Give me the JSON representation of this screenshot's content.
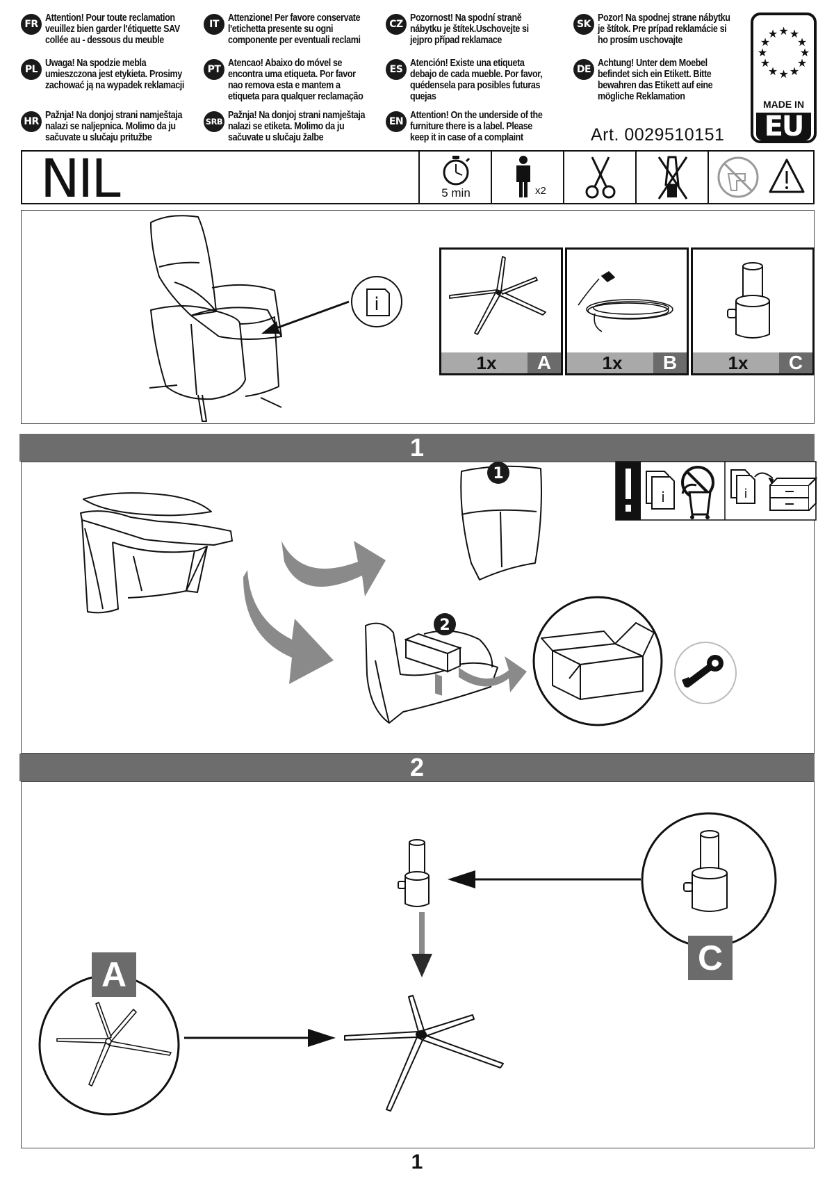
{
  "notices": [
    {
      "code": "FR",
      "text": "Attention! Pour toute reclamation veuillez bien garder l'étiquette SAV collée au - dessous du meuble"
    },
    {
      "code": "IT",
      "text": "Attenzione! Per favore conservate l'etichetta presente su ogni componente per eventuali reclami"
    },
    {
      "code": "CZ",
      "text": "Pozornost! Na spodní straně nábytku je štítek.Uschovejte si jejpro případ reklamace"
    },
    {
      "code": "SK",
      "text": "Pozor! Na spodnej strane nábytku je štítok. Pre prípad reklamácie si ho prosím uschovajte"
    },
    {
      "code": "PL",
      "text": "Uwaga! Na spodzie mebla umieszczona jest etykieta. Prosimy zachować ją na wypadek reklamacji"
    },
    {
      "code": "PT",
      "text": "Atencao! Abaixo do móvel se encontra uma etiqueta. Por favor nao remova esta e mantem a etiqueta para qualquer reclamação"
    },
    {
      "code": "ES",
      "text": "Atención! Existe una etiqueta debajo de cada mueble.  Por favor, quédensela para posibles futuras quejas"
    },
    {
      "code": "DE",
      "text": "Achtung! Unter dem Moebel befindet sich ein Etikett. Bitte bewahren das Etikett auf eine mögliche Reklamation"
    },
    {
      "code": "HR",
      "text": "Pažnja! Na donjoj strani namještaja nalazi se naljepnica. Molimo da ju sačuvate u slučaju pritužbe"
    },
    {
      "code": "SRB",
      "text": "Pažnja! Na donjoj strani namještaja nalazi se etiketa. Molimo da ju sačuvate u slučaju žalbe"
    },
    {
      "code": "EN",
      "text": "Attention! On the underside of the furniture there is a label. Please keep it in case of a complaint"
    }
  ],
  "article": "Art. 0029510151",
  "badge": {
    "made": "MADE IN",
    "code": "EU"
  },
  "product_name": "NIL",
  "icons": {
    "time": "5 min",
    "persons": "x2"
  },
  "parts": [
    {
      "letter": "A",
      "qty": "1x",
      "icon": "star-base-icon"
    },
    {
      "letter": "B",
      "qty": "1x",
      "icon": "power-cable-icon"
    },
    {
      "letter": "C",
      "qty": "1x",
      "icon": "column-adapter-icon"
    }
  ],
  "steps": [
    {
      "number": "1",
      "callouts": [
        "1",
        "2"
      ]
    },
    {
      "number": "2",
      "labels": [
        "A",
        "C"
      ]
    }
  ],
  "info_icon_label": "i",
  "page_number": "1",
  "colors": {
    "band": "#6d6d6d",
    "label": "#6b6b6b",
    "strip": "#a9a9a9",
    "arrow": "#8a8a8a"
  }
}
